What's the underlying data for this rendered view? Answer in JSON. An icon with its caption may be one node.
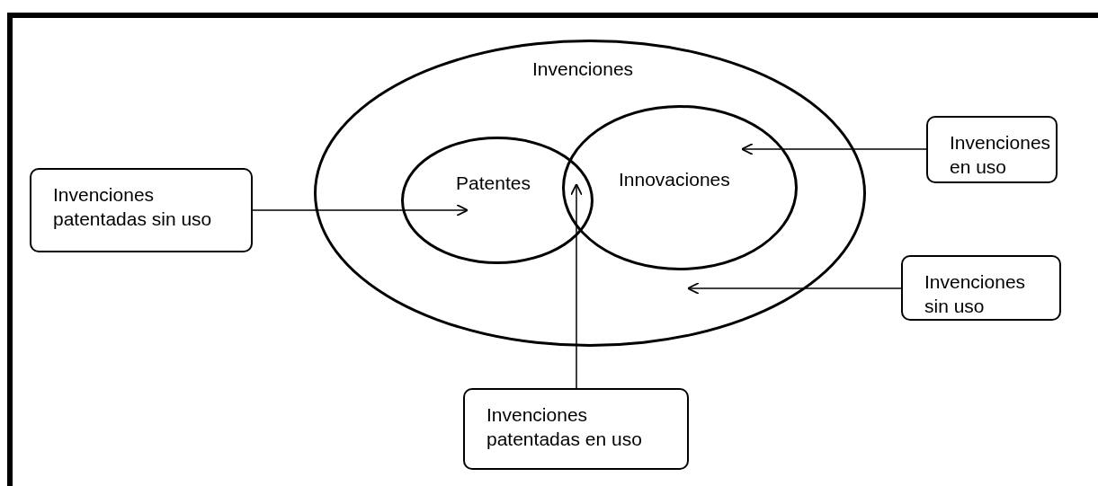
{
  "diagram": {
    "nodes": [
      {
        "text": [
          "Invenciones"
        ]
      },
      {
        "text": [
          "Patentes"
        ],
        "in": 0
      },
      {
        "text": [
          "Innovaciones"
        ],
        "in": 0
      },
      {
        "text": [
          "Invenciones patentadas sin uso"
        ]
      },
      {
        "text": [
          "Invenciones en uso"
        ]
      },
      {
        "text": [
          "Invenciones sin uso"
        ]
      },
      {
        "text": [
          "Invenciones patentadas en uso"
        ]
      }
    ],
    "edges": [
      {
        "from": 3,
        "to": 1,
        "arrow": "to"
      },
      {
        "from": 4,
        "to": 2,
        "arrow": "to"
      },
      {
        "from": 5,
        "to": 0,
        "arrow": "to"
      },
      {
        "from": 6,
        "to": 1,
        "arrow": "to"
      }
    ]
  }
}
